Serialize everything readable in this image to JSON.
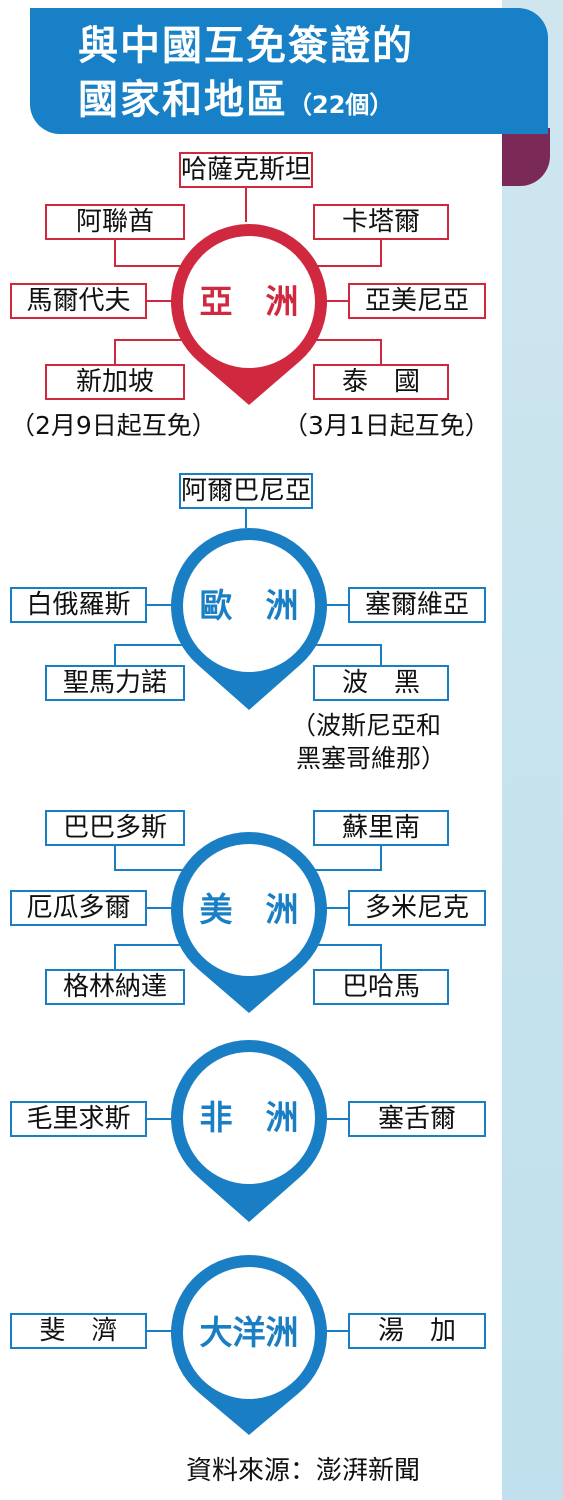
{
  "header": {
    "title_line1": "與中國互免簽證的",
    "title_line2": "國家和地區",
    "count": "（22個）"
  },
  "colors": {
    "asia": "#d0283f",
    "other": "#1a7ec4",
    "banner": "#1880c6"
  },
  "regions": [
    {
      "name": "亞洲",
      "countries": [
        "哈薩克斯坦",
        "阿聯酋",
        "卡塔爾",
        "馬爾代夫",
        "亞美尼亞",
        "新加坡",
        "泰　國"
      ]
    },
    {
      "name": "歐洲",
      "countries": [
        "阿爾巴尼亞",
        "白俄羅斯",
        "塞爾維亞",
        "聖馬力諾",
        "波　黑"
      ]
    },
    {
      "name": "美洲",
      "countries": [
        "巴巴多斯",
        "蘇里南",
        "厄瓜多爾",
        "多米尼克",
        "格林納達",
        "巴哈馬"
      ]
    },
    {
      "name": "非洲",
      "countries": [
        "毛里求斯",
        "塞舌爾"
      ]
    },
    {
      "name": "大洋洲",
      "countries": [
        "斐　濟",
        "湯　加"
      ]
    }
  ],
  "notes": {
    "singapore": "（2月9日起互免）",
    "thailand": "（3月1日起互免）",
    "bosnia_line1": "（波斯尼亞和",
    "bosnia_line2": "黑塞哥維那）"
  },
  "source": "資料來源：澎湃新聞"
}
